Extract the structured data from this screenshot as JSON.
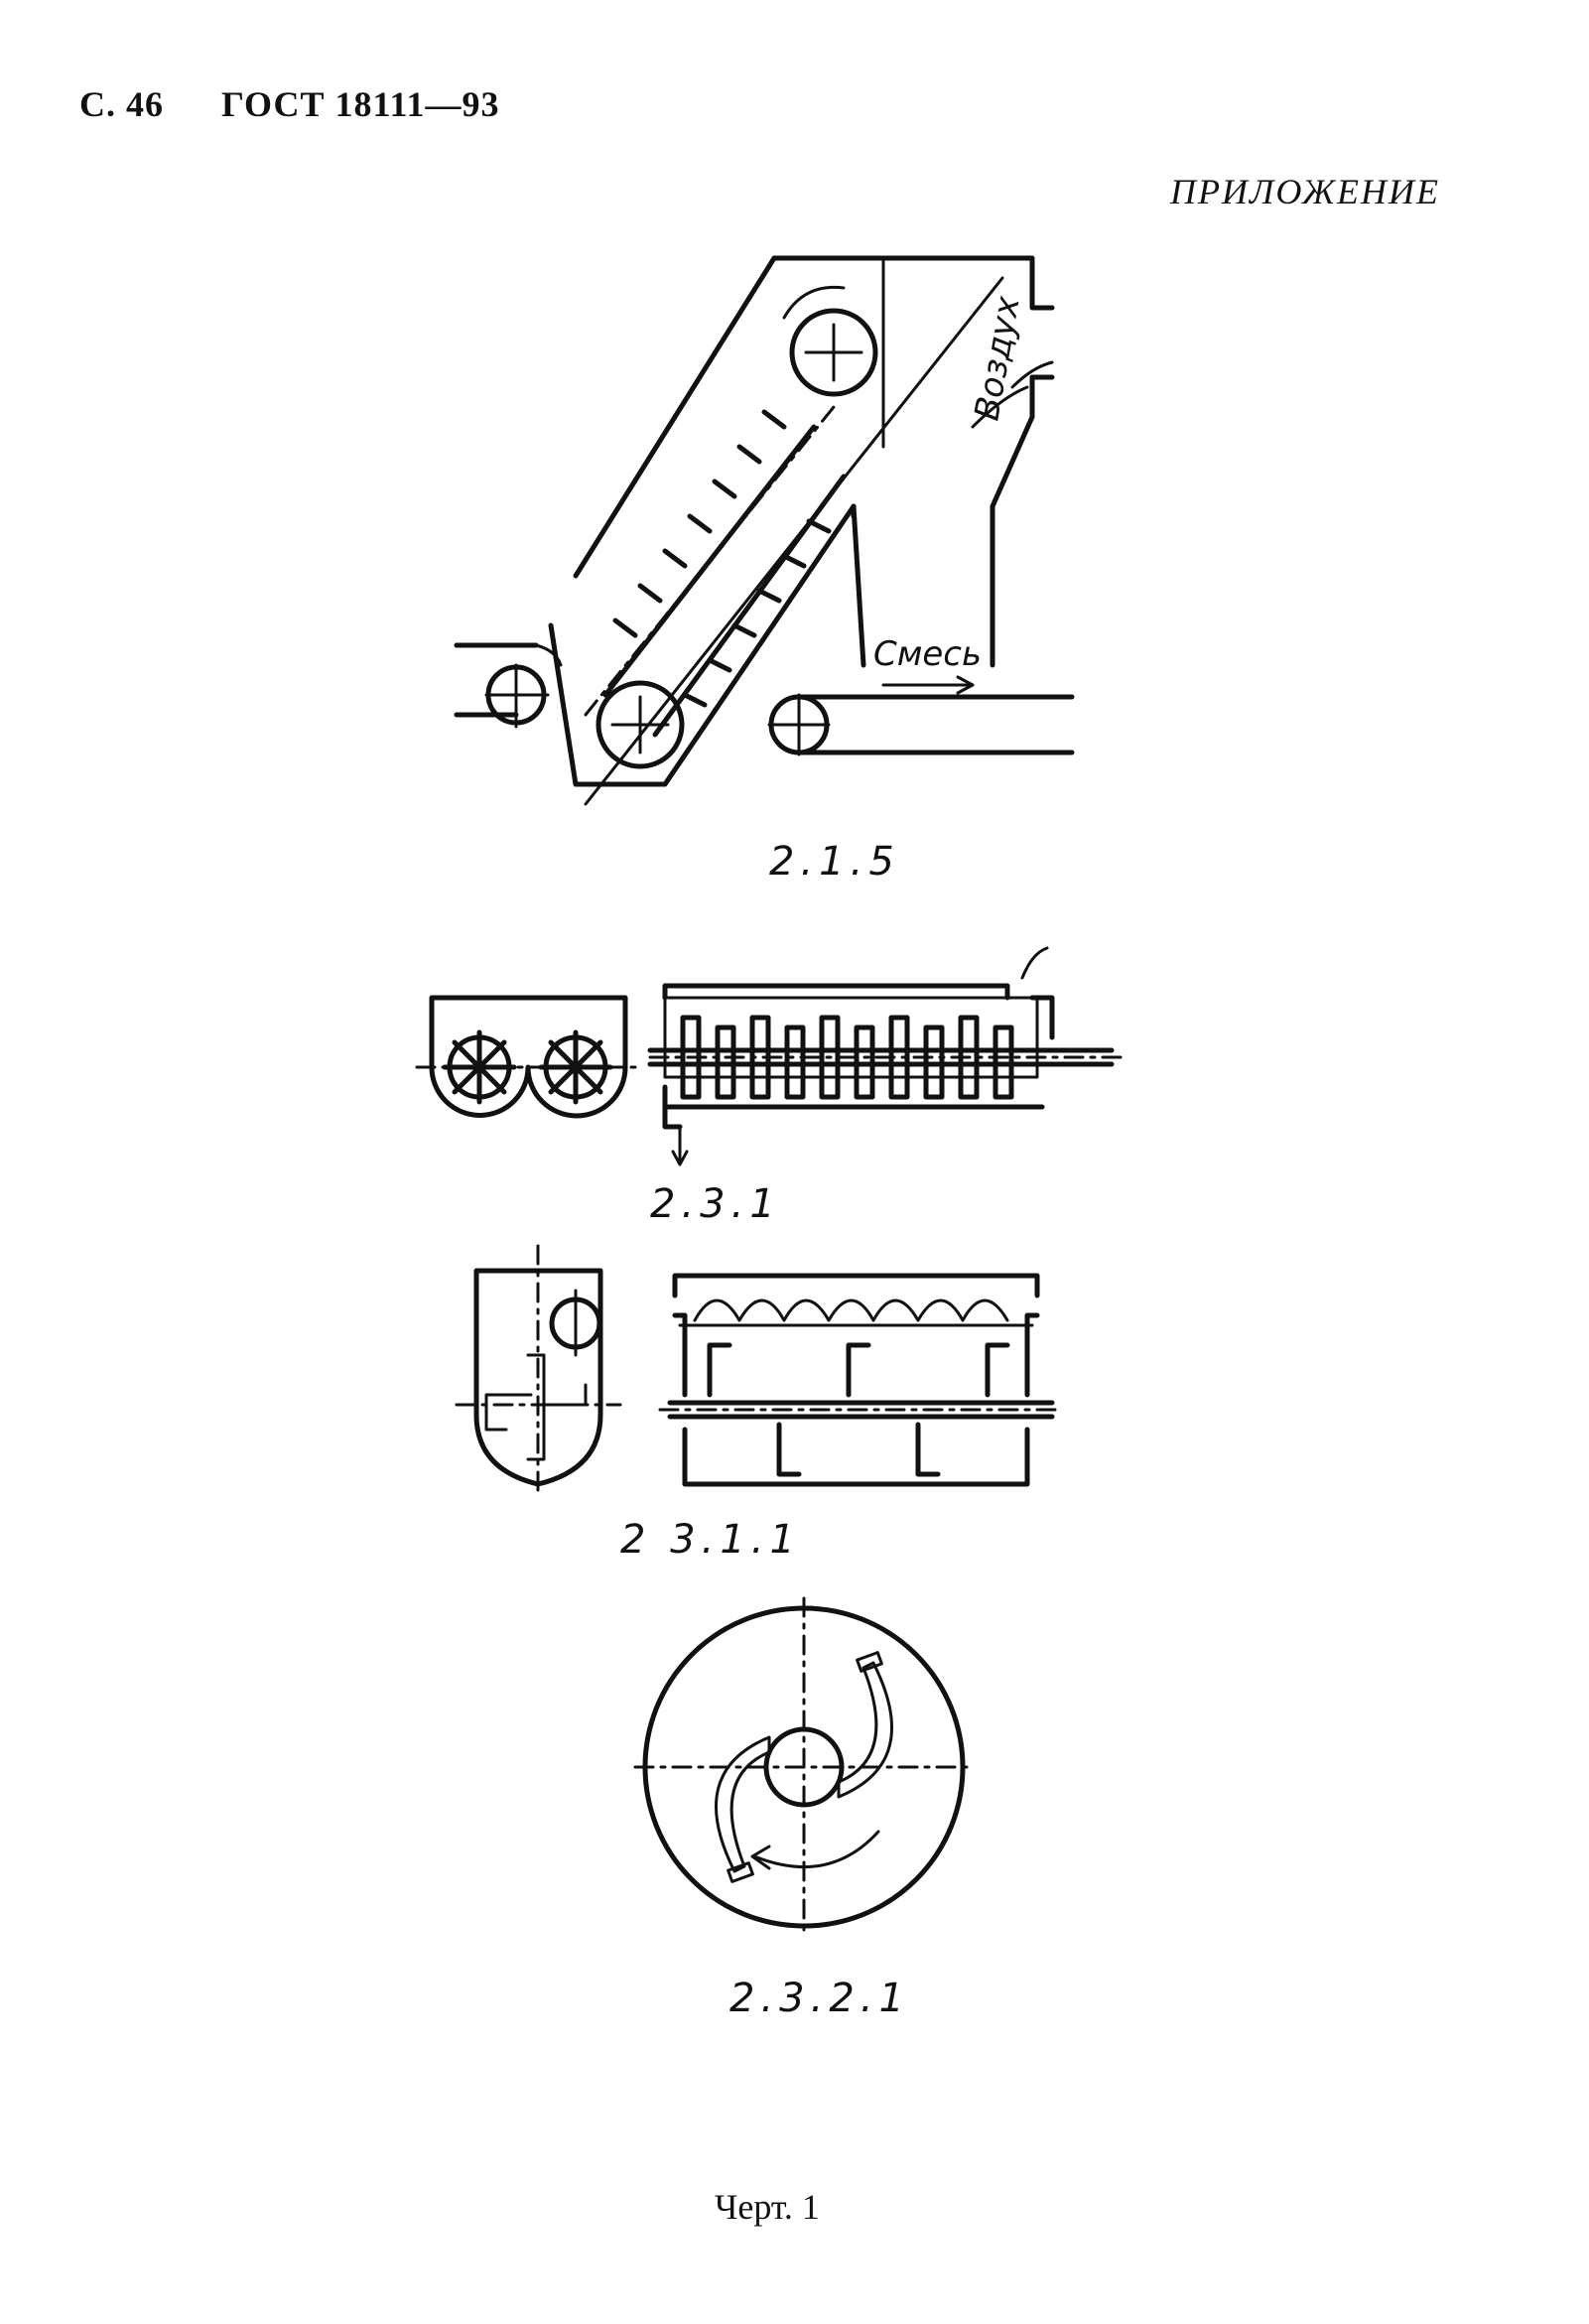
{
  "header": {
    "page": "С. 46",
    "standard": "ГОСТ 18111—93"
  },
  "appendix_title": "ПРИЛОЖЕНИЕ",
  "figures": [
    {
      "caption": "2.1.5",
      "labels": {
        "air": "Воздух",
        "mix": "Смесь"
      }
    },
    {
      "caption": "2.3.1"
    },
    {
      "caption": "2 3.1.1"
    },
    {
      "caption": "2.3.2.1"
    }
  ],
  "drawing_label": "Черт. 1"
}
